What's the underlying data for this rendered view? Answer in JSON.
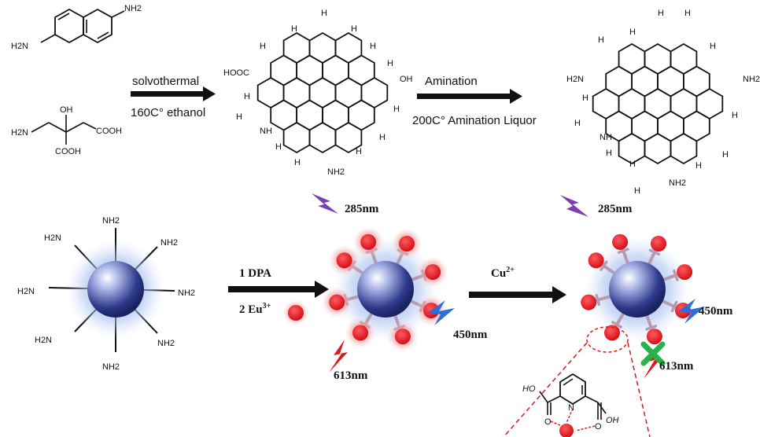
{
  "steps": {
    "solvothermal": {
      "line1": "solvothermal",
      "line2": "160C° ethanol"
    },
    "amination": {
      "line1": "Amination",
      "line2": "200C° Amination Liquor"
    },
    "dpa": {
      "line1": "1 DPA",
      "line2_prefix": "2 Eu",
      "line2_sup": "3+"
    },
    "cu": {
      "label": "Cu",
      "sup": "2+"
    }
  },
  "reagents": {
    "naphthalene": {
      "left": "H2N",
      "right": "NH2"
    },
    "citric": {
      "oh": "OH",
      "amine": "H2N",
      "acid_right": "COOH",
      "acid_bottom": "COOH"
    }
  },
  "cdot1": {
    "cooh": "HOOC",
    "oh": "OH",
    "nh": "NH",
    "nh2": "NH2",
    "h": "H"
  },
  "cdot2": {
    "nh2_left": "H2N",
    "nh2_right": "NH2",
    "nh": "NH",
    "nh2_bottom": "NH2",
    "h": "H"
  },
  "sphere": {
    "ligands": [
      "NH2",
      "H2N",
      "NH2",
      "H2N",
      "NH2",
      "H2N",
      "NH2",
      "NH2"
    ]
  },
  "excitation": {
    "top_left": "285nm",
    "top_right": "285nm"
  },
  "emission": {
    "blue1": "450nm",
    "blue2": "450nm",
    "red1": "613nm",
    "red2": "613nm"
  },
  "dpa_zoom": {
    "oh_left": "HO",
    "oh_right": "OH",
    "n": "N",
    "o": "O"
  },
  "colors": {
    "sphere": "#2e3a8c",
    "halo": "#9fb6ea",
    "eu": "#e0141b",
    "eu_glow": "#f2a0a0",
    "arrow": "#111111",
    "bolt_purple": "#7a3fb0",
    "bolt_blue": "#2d6fd6",
    "bolt_red": "#d81b1b",
    "cross": "#28b34a",
    "linker": "#b39bb0"
  },
  "icons": {
    "excitation": "lightning-bolt-icon",
    "quench": "cross-icon",
    "europium": "red-dot-icon"
  }
}
